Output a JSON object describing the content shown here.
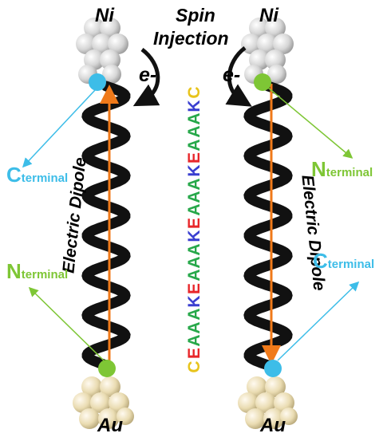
{
  "labels": {
    "ni_left": "Ni",
    "ni_right": "Ni",
    "au_left": "Au",
    "au_right": "Au",
    "spin": "Spin",
    "injection": "Injection",
    "electron_left": "e-",
    "electron_right": "e-",
    "dipole_left": "Electric Dipole",
    "dipole_right": "Electric Dipole"
  },
  "termini": {
    "c_left": {
      "letter": "C",
      "sub": "terminal"
    },
    "n_left": {
      "letter": "N",
      "sub": "terminal"
    },
    "n_right": {
      "letter": "N",
      "sub": "terminal"
    },
    "c_right": {
      "letter": "C",
      "sub": "terminal"
    }
  },
  "sequence": {
    "letters": [
      "C",
      "E",
      "A",
      "A",
      "A",
      "K",
      "E",
      "A",
      "A",
      "A",
      "K",
      "E",
      "A",
      "A",
      "A",
      "K",
      "E",
      "A",
      "A",
      "A",
      "K",
      "C"
    ],
    "colors": {
      "C": "#e8c41c",
      "E": "#e8262a",
      "A": "#27a84a",
      "K": "#3a3fd0"
    }
  },
  "colors": {
    "c_terminus": "#3dbde8",
    "n_terminus": "#7ec635",
    "dipole_arrow": "#f07a1a",
    "helix": "#111111",
    "nickel": "#d9d9d9",
    "gold": "#efe1b8"
  }
}
